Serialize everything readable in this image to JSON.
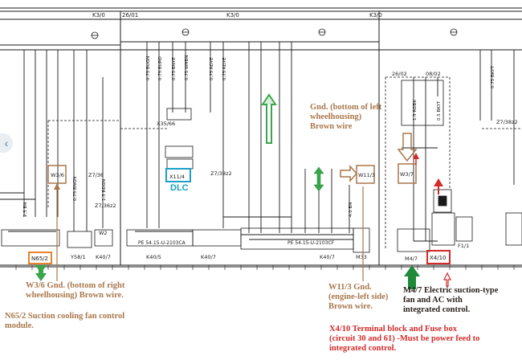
{
  "diagram": {
    "top_labels": [
      "K3/0",
      "26/01",
      "K3/0",
      "K3/0"
    ],
    "relay_labels": [
      "26/02",
      "08/02"
    ],
    "connector_labels": [
      "X35/66",
      "X11/4",
      "Z7/36",
      "Z7/38z2",
      "Z7/38z2",
      "Z7/36z2"
    ],
    "component_labels": [
      "N65/2",
      "Y58/1",
      "K40/7",
      "K40/5",
      "K40/7",
      "K40/7",
      "M33",
      "M4/7",
      "X4/10",
      "F1/1",
      "W3/6",
      "W11/3",
      "W3/7",
      "W2"
    ],
    "pe_labels": [
      "PE 54.15-U-2103CA",
      "PE 54.15-U-2103CF"
    ],
    "wire_codes": [
      "0.75 BUGN",
      "0.75 BURD",
      "0.75 BNYE",
      "0.75 WHBN",
      "0.75 RDYE",
      "0.75 RDYE",
      "0.75 BNGN",
      "1.5 RDGN",
      "1.5 RDBK",
      "4.0 BN",
      "2.5 BN",
      "0.75 BKYT",
      "0.5 BKYT"
    ],
    "dlc_label": "DLC"
  },
  "annotations": {
    "gnd_left_wheelhousing": "Gnd. (bottom of left\nwheelhousing)\nBrown wire",
    "w3_6_gnd": "W3/6 Gnd. (bottom of right\nwheelhousing) Brown wire.",
    "n65_2": "N65/2 Suction cooling fan control\nmodule.",
    "w11_3": "W11/3 Gnd.\n(engine-left side)\nBrown wire.",
    "m4_7": "M4/7 Electric suction-type\nfan and AC with\nintegrated control.",
    "x4_10": "X4/10 Terminal block and Fuse box\n(circuit 30 and 61) -Must be power feed to\nintegrated control."
  },
  "colors": {
    "line": "#1a1a1a",
    "box_brown": "#a8774b",
    "box_orange": "#e8832a",
    "box_cyan": "#1aa0c8",
    "box_red": "#d42a2a",
    "arrow_green": "#3aa54a",
    "arrow_green_dark": "#1e8a3a",
    "arrow_brown": "#a8774b",
    "arrow_red": "#d42a2a"
  },
  "ui": {
    "nav_icon": "chevron-left-icon",
    "nav_glyph": "‹"
  }
}
